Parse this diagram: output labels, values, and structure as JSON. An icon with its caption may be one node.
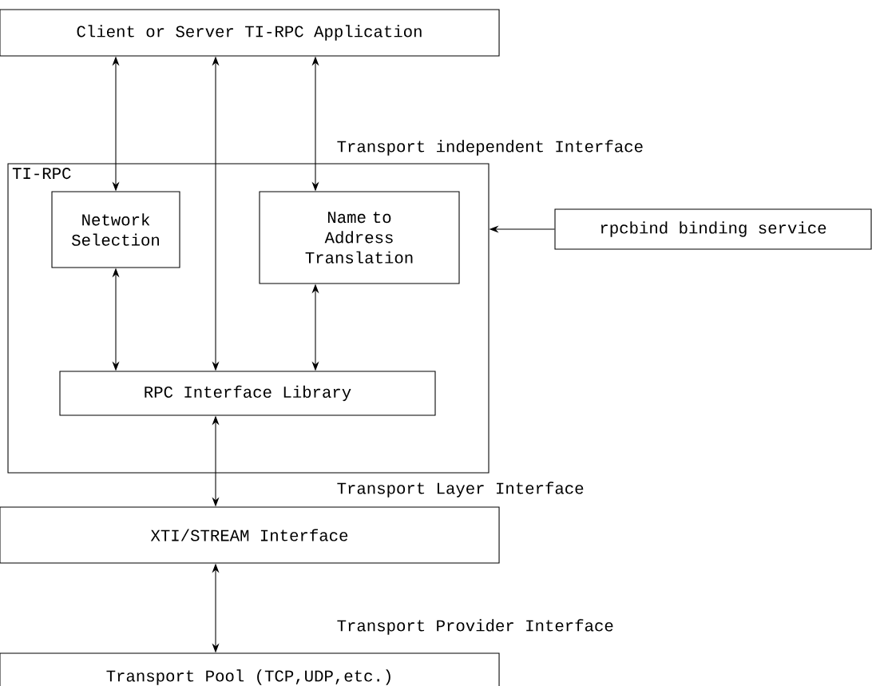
{
  "diagram": {
    "nodes": [
      {
        "text": [
          "Client or Server TI-RPC Application"
        ]
      },
      {
        "text": [
          "TI-RPC"
        ]
      },
      {
        "text": [
          "Network Selection"
        ],
        "in": 1
      },
      {
        "text": [
          "Name to Address Translation"
        ],
        "in": 1
      },
      {
        "text": [
          "RPC Interface Library"
        ],
        "in": 1
      },
      {
        "text": [
          "rpcbind binding service"
        ]
      },
      {
        "text": [
          "XTI/STREAM Interface"
        ]
      },
      {
        "text": [
          "Transport Pool (TCP,UDP,etc.)"
        ]
      }
    ],
    "edges": [
      {
        "from": 0,
        "to": 2,
        "arrow": "both"
      },
      {
        "from": 0,
        "to": 4,
        "arrow": "both"
      },
      {
        "from": 0,
        "to": 3,
        "arrow": "both"
      },
      {
        "from": 2,
        "to": 4,
        "arrow": "both"
      },
      {
        "from": 3,
        "to": 4,
        "arrow": "both"
      },
      {
        "from": 5,
        "to": 1,
        "arrow": "to"
      },
      {
        "from": 4,
        "to": 6,
        "arrow": "both"
      },
      {
        "from": 6,
        "to": 7,
        "arrow": "both"
      }
    ],
    "labels": [
      "Transport independent Interface",
      "Transport Layer Interface",
      "Transport Provider Interface"
    ]
  }
}
